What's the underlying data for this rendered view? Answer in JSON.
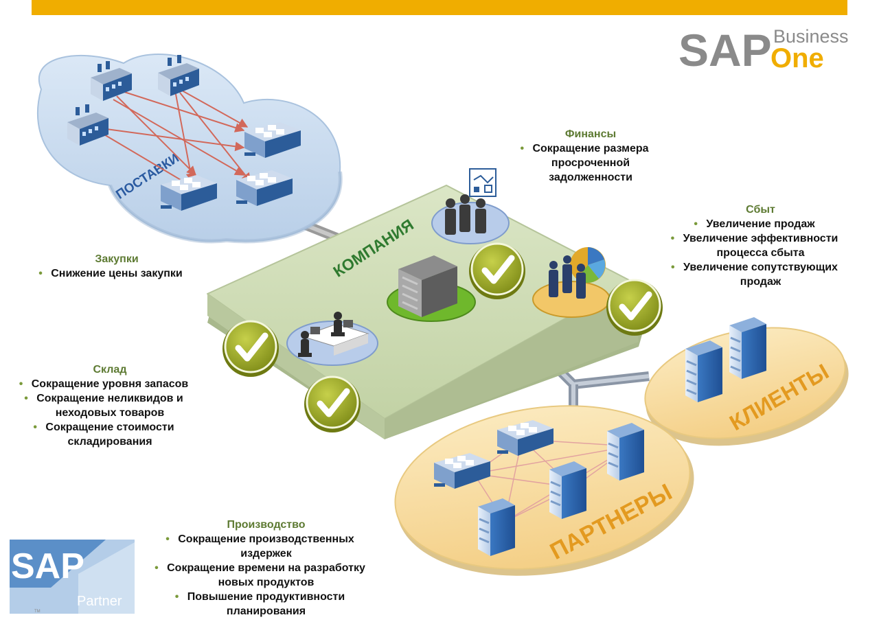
{
  "brand": {
    "sap": "SAP",
    "business": "Business",
    "one": "One",
    "partner_sap": "SAP",
    "partner_label": "Partner",
    "partner_tm": "TM",
    "orange": "#f0ad00",
    "grey": "#8a8a8a"
  },
  "areas": {
    "supply": "ПОСТАВКИ",
    "company": "КОМПАНИЯ",
    "clients": "КЛИЕНТЫ",
    "partners": "ПАРТНЕРЫ"
  },
  "blocks": {
    "finance": {
      "title": "Финансы",
      "items": [
        "Сокращение размера просроченной задолженности"
      ]
    },
    "sales": {
      "title": "Сбыт",
      "items": [
        "Увеличение продаж",
        "Увеличение эффективности процесса сбыта",
        "Увеличение сопутствующих продаж"
      ]
    },
    "purchasing": {
      "title": "Закупки",
      "items": [
        "Снижение цены закупки"
      ]
    },
    "warehouse": {
      "title": "Склад",
      "items": [
        "Сокращение уровня запасов",
        "Сокращение неликвидов и неходовых товаров",
        "Сокращение стоимости складирования"
      ]
    },
    "production": {
      "title": "Производство",
      "items": [
        "Сокращение производственных издержек",
        "Сокращение времени на разработку новых продуктов",
        "Повышение продуктивности планирования"
      ]
    }
  },
  "colors": {
    "supply_cloud": "#c9dcf0",
    "company_platform": "#cfdcb6",
    "yellow_cloud": "#f8dea0",
    "check_green": "#9aa82a",
    "title_green": "#5d7a32",
    "area_label_blue": "#2a5aa0",
    "area_label_orange": "#e39a20",
    "area_label_green": "#2f7a2f"
  }
}
